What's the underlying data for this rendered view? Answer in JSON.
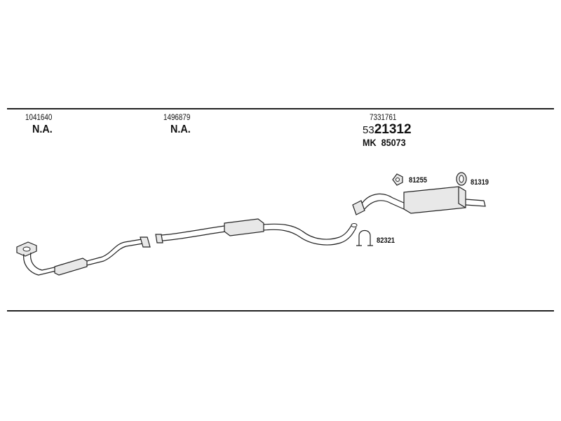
{
  "parts": {
    "front_pipe": {
      "number": "1041640",
      "status": "N.A."
    },
    "center_pipe": {
      "number": "1496879",
      "status": "N.A."
    },
    "rear_silencer": {
      "number": "7331761",
      "code_prefix": "53",
      "code_main": "21312",
      "mk_label": "MK",
      "mk_number": "85073"
    }
  },
  "fittings": {
    "hanger_a": "81255",
    "hanger_b": "81319",
    "clamp": "82321"
  }
}
